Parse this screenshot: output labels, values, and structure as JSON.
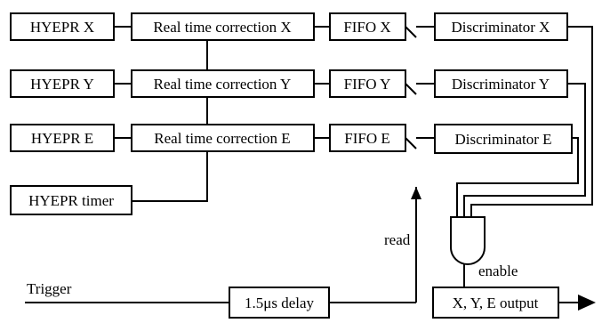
{
  "blocks": {
    "hyepr_x": "HYEPR X",
    "hyepr_y": "HYEPR Y",
    "hyepr_e": "HYEPR E",
    "hyepr_timer": "HYEPR timer",
    "rtc_x": "Real time correction X",
    "rtc_y": "Real time correction Y",
    "rtc_e": "Real time correction E",
    "fifo_x": "FIFO X",
    "fifo_y": "FIFO Y",
    "fifo_e": "FIFO E",
    "disc_x": "Discriminator X",
    "disc_y": "Discriminator Y",
    "disc_e": "Discriminator E",
    "delay": "1.5μs delay",
    "output": "X, Y, E output"
  },
  "signals": {
    "read": "read",
    "enable": "enable",
    "trigger": "Trigger"
  }
}
